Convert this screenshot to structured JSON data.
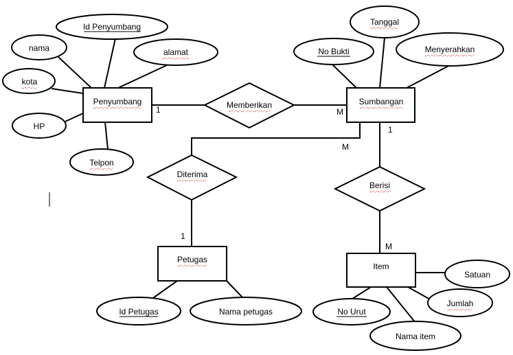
{
  "entities": {
    "penyumbang": "Penyumbang",
    "sumbangan": "Sumbangan",
    "petugas": "Petugas",
    "item": "Item"
  },
  "relationships": {
    "memberikan": "Memberikan",
    "diterima": "Diterima",
    "berisi": "Berisi"
  },
  "attributes": {
    "id_penyumbang": "Id Penyumbang",
    "nama": "nama",
    "alamat": "alamat",
    "kota": "kota",
    "hp": "HP",
    "telpon": "Telpon",
    "no_bukti": "No Bukti",
    "tanggal": "Tanggal",
    "menyerahkan": "Menyerahkan",
    "id_petugas": "Id Petugas",
    "nama_petugas": "Nama petugas",
    "satuan": "Satuan",
    "jumlah": "Jumlah",
    "no_urut": "No Urut",
    "nama_item": "Nama item"
  },
  "cardinalities": {
    "penyumbang_memberikan": "1",
    "sumbangan_memberikan": "M",
    "sumbangan_diterima": "M",
    "petugas_diterima": "1",
    "sumbangan_berisi": "1",
    "item_berisi": "M"
  }
}
